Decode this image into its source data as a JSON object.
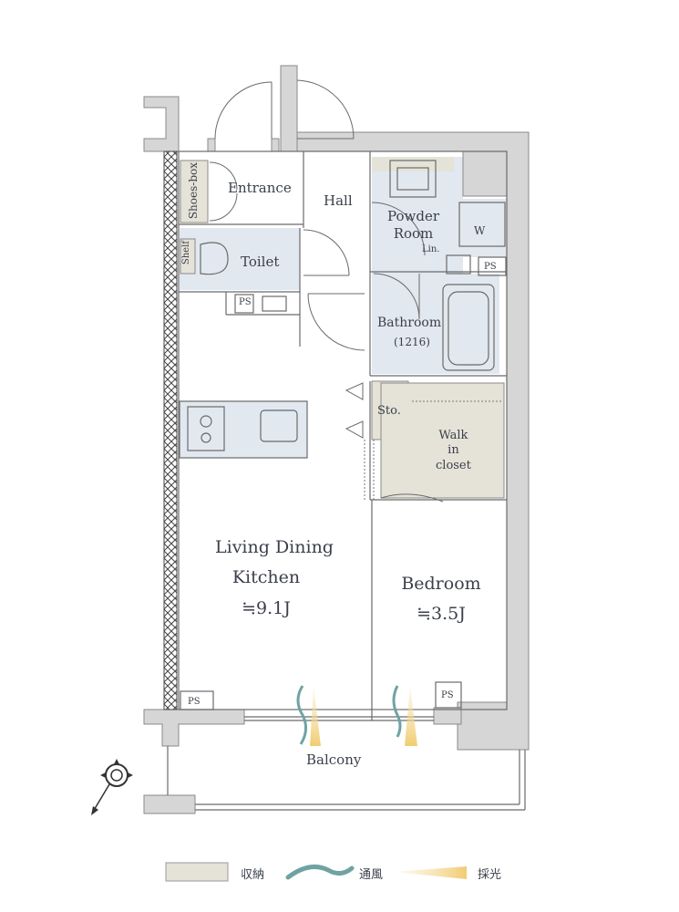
{
  "rooms": {
    "shoes_box": "Shoes-box",
    "entrance": "Entrance",
    "hall": "Hall",
    "powder_room": [
      "Powder",
      "Room"
    ],
    "linen": "Lin.",
    "washer": "W",
    "shelf": "Shelf",
    "toilet": "Toilet",
    "bathroom": "Bathroom",
    "bathroom_size": "(1216)",
    "storage": "Sto.",
    "walk_in_closet": [
      "Walk",
      "in",
      "closet"
    ],
    "ldk": [
      "Living Dining",
      "Kitchen",
      "≒9.1J"
    ],
    "bedroom": [
      "Bedroom",
      "≒3.5J"
    ],
    "balcony": "Balcony",
    "ps_labels": [
      "PS",
      "PS",
      "PS",
      "PS"
    ]
  },
  "legend": {
    "storage": "収納",
    "ventilation": "通風",
    "daylight": "採光"
  },
  "colors": {
    "wall": "#d6d6d6",
    "wall_stroke": "#9a9a9a",
    "wet_area": "#e2e8ef",
    "storage": "#e5e3d8",
    "ventilation": "#6fa3a3",
    "daylight": "#f0d79a",
    "line": "#6a6a6a"
  }
}
